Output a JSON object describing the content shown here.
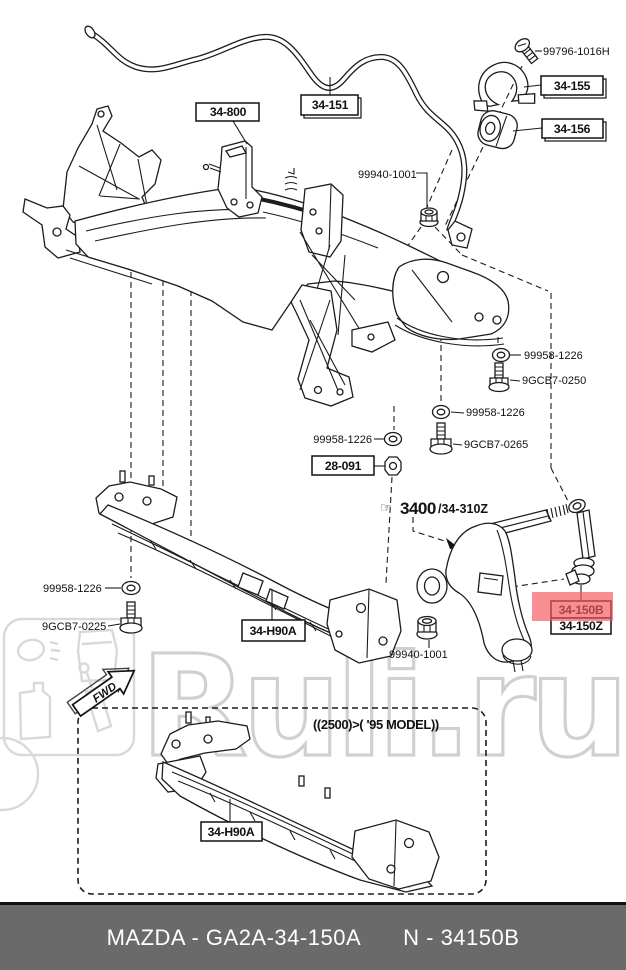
{
  "diagram": {
    "boxed_labels": {
      "l34_800": "34-800",
      "l34_151": "34-151",
      "l34_155": "34-155",
      "l34_156": "34-156",
      "l28_091": "28-091",
      "l34_h90a_upper": "34-H90A",
      "l34_h90a_lower": "34-H90A",
      "l34_150b": "34-150B",
      "l34_150z": "34-150Z"
    },
    "part_numbers": {
      "screw_top": "99796-1016H",
      "nut_top": "99940-1001",
      "washer_right": "99958-1226",
      "bolt_0250": "9GCB7-0250",
      "washer_mid": "99958-1226",
      "bolt_0265": "9GCB7-0265",
      "washer_center": "99958-1226",
      "washer_left": "99958-1226",
      "bolt_0225": "9GCB7-0225",
      "nut_arm": "99940-1001"
    },
    "reference": {
      "icon": "☞",
      "group": "3400",
      "suffix": "/34-310Z"
    },
    "note": "((2500)>( '95 MODEL))",
    "fwd_label": "FWD"
  },
  "watermark": {
    "text": "Ruli.ru"
  },
  "footer": {
    "left": "MAZDA - GA2A-34-150A",
    "right": "N - 34150B"
  },
  "colors": {
    "highlight": "#f3595f",
    "footer_bg": "#6a6a6a"
  }
}
